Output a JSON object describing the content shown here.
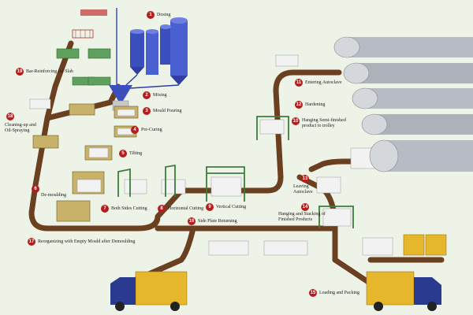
{
  "colors": {
    "background": "#eef3e7",
    "conveyor": "#6a4020",
    "step_badge": "#b31d1d",
    "tank": "#3b4fbe",
    "autoclave": "#b7bcc4",
    "truck_cab": "#2a3a8e",
    "container": "#e6b62c",
    "frame": "#3c7d3c",
    "mould": "#c8b26a"
  },
  "icons": [
    "silo-icon",
    "hopper-icon",
    "autoclave-icon",
    "truck-icon",
    "container-icon",
    "mould-icon",
    "cutting-frame-icon",
    "block-stack-icon"
  ],
  "steps": [
    {
      "num": "1",
      "label": "Dosing"
    },
    {
      "num": "2",
      "label": "Mixing"
    },
    {
      "num": "3",
      "label": "Mould Pouring"
    },
    {
      "num": "4",
      "label": "Pre-Curing"
    },
    {
      "num": "5",
      "label": "Tilting"
    },
    {
      "num": "6",
      "label": "De-moulding"
    },
    {
      "num": "7",
      "label": "Both Sides Cutting"
    },
    {
      "num": "8",
      "label": "Horizontal Cutting"
    },
    {
      "num": "9",
      "label": "Vertical Cutting"
    },
    {
      "num": "10",
      "label": "Hanging Semi-finished product to trolley"
    },
    {
      "num": "11",
      "label": "Entering Autoclave"
    },
    {
      "num": "12",
      "label": "Hardening"
    },
    {
      "num": "13",
      "label": "Leaving Autoclave"
    },
    {
      "num": "14",
      "label": "Hanging and Stacking of Finished Products"
    },
    {
      "num": "15",
      "label": "Loading and Packing"
    },
    {
      "num": "16",
      "label": "Side Plate Returning"
    },
    {
      "num": "17",
      "label": "Reorganizing with Empty Mould after Demoulding"
    },
    {
      "num": "18",
      "label": "Cleaning-up and Oil-Spraying"
    },
    {
      "num": "19",
      "label": "Bar-Reinforcing for Slab"
    }
  ]
}
